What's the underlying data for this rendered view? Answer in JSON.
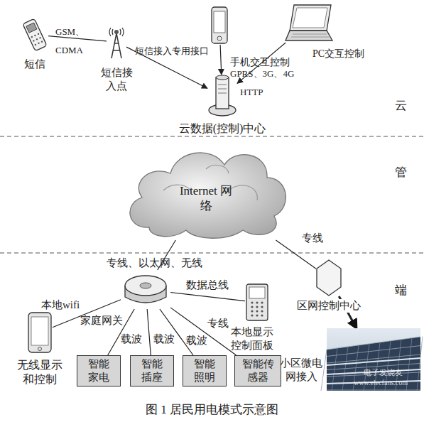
{
  "diagram": {
    "caption": "图 1 居民用电模式示意图",
    "nodes": [
      {
        "text": [
          "短信"
        ]
      },
      {
        "text": [
          "短信接入点"
        ]
      },
      {
        "text": [
          "手机交互控制"
        ]
      },
      {
        "text": [
          "PC交互控制"
        ]
      },
      {
        "text": [
          "云数据(控制)中心"
        ]
      },
      {
        "text": [
          "Internet 网络"
        ]
      },
      {
        "text": [
          "家庭网关"
        ]
      },
      {
        "text": [
          "无线显示和控制"
        ]
      },
      {
        "text": [
          "本地显示控制面板"
        ]
      },
      {
        "text": [
          "智能家电"
        ]
      },
      {
        "text": [
          "智能插座"
        ]
      },
      {
        "text": [
          "智能照明"
        ]
      },
      {
        "text": [
          "智能传感器"
        ]
      },
      {
        "text": [
          "区网控制中心"
        ]
      },
      {
        "text": [
          "小区微电网接入"
        ]
      }
    ],
    "edges": [
      {
        "from": 0,
        "to": 1,
        "arrow": "none",
        "label": "GSM、CDMA"
      },
      {
        "from": 1,
        "to": 4,
        "arrow": "to",
        "label": "短信接入专用接口"
      },
      {
        "from": 2,
        "to": 4,
        "arrow": "to",
        "label": "GPRS、3G、4G"
      },
      {
        "from": 3,
        "to": 4,
        "arrow": "to",
        "label": "HTTP"
      },
      {
        "from": 5,
        "to": 6,
        "arrow": "none",
        "label": "专线、以太网、无线"
      },
      {
        "from": 5,
        "to": 13,
        "arrow": "none",
        "label": "专线"
      },
      {
        "from": 6,
        "to": 7,
        "arrow": "none",
        "label": "本地wifi"
      },
      {
        "from": 6,
        "to": 8,
        "arrow": "none",
        "label": "数据总线"
      },
      {
        "from": 6,
        "to": 9,
        "arrow": "none",
        "label": "载波"
      },
      {
        "from": 6,
        "to": 10,
        "arrow": "none",
        "label": "载波"
      },
      {
        "from": 6,
        "to": 11,
        "arrow": "none",
        "label": "载波"
      },
      {
        "from": 6,
        "to": 12,
        "arrow": "none",
        "label": "专线"
      },
      {
        "from": 13,
        "to": 14,
        "arrow": "to"
      }
    ],
    "labels": [
      "云",
      "管",
      "端",
      "电子发烧友",
      "www.elecfans.com"
    ]
  }
}
